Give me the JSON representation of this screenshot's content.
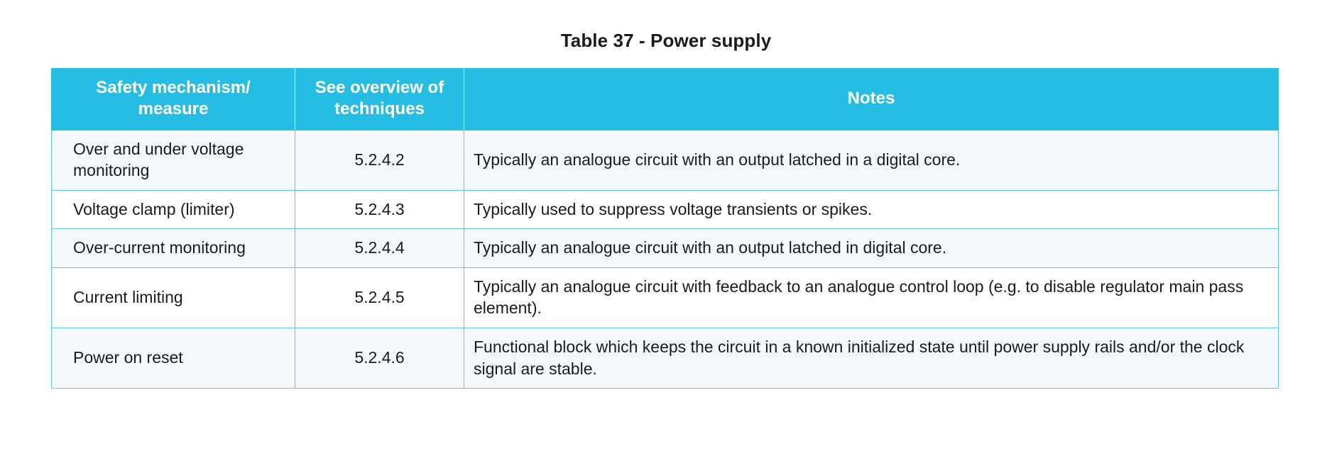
{
  "title": "Table 37 - Power supply",
  "table": {
    "columns": [
      {
        "id": "mechanism",
        "header": "Safety mechanism/\nmeasure"
      },
      {
        "id": "reference",
        "header": "See overview of\ntechniques"
      },
      {
        "id": "notes",
        "header": "Notes"
      }
    ],
    "headers": {
      "mechanism_line1": "Safety mechanism/",
      "mechanism_line2": "measure",
      "reference_line1": "See overview of",
      "reference_line2": "techniques",
      "notes": "Notes"
    },
    "rows": [
      {
        "mechanism": "Over and under voltage monitoring",
        "reference": "5.2.4.2",
        "notes": "Typically an analogue circuit with an output latched in a digital core."
      },
      {
        "mechanism": "Voltage clamp (limiter)",
        "reference": "5.2.4.3",
        "notes": "Typically used to suppress voltage transients or spikes."
      },
      {
        "mechanism": "Over-current monitoring",
        "reference": "5.2.4.4",
        "notes": "Typically an analogue circuit with an output latched in digital core."
      },
      {
        "mechanism": "Current limiting",
        "reference": "5.2.4.5",
        "notes": "Typically an analogue circuit with feedback to an analogue control loop (e.g. to disable regulator main pass element)."
      },
      {
        "mechanism": "Power on reset",
        "reference": "5.2.4.6",
        "notes": "Functional block which keeps the circuit in a known initialized state until power supply rails and/or the clock signal are stable."
      }
    ]
  },
  "colors": {
    "header_background": "#25bde3",
    "header_text": "#ffffff",
    "border": "#5cc8e9",
    "row_odd_background": "#f4f8fb",
    "row_even_background": "#ffffff",
    "body_text": "#1b1b1b"
  }
}
